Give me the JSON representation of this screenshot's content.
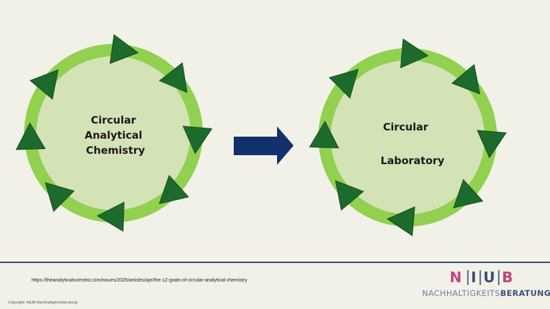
{
  "diagram": {
    "left_circle": {
      "lines": [
        "Circular",
        "Analytical",
        "Chemistry"
      ]
    },
    "right_circle": {
      "lines": [
        "Circular",
        "Laboratory"
      ]
    },
    "colors": {
      "ring": "#92d050",
      "inner": "#d3e3b6",
      "arrowhead": "#1d6b2c",
      "arrowhead_stroke": "#124d1c",
      "big_arrow": "#12306b"
    }
  },
  "footer": {
    "source_url": "https://theanalyticalscientist.com/issues/2025/articles/apr/the-12-goals-of-circular-analytical-chemistry",
    "copyright": "Copyright: NIUB-Nachhaltigkeitsberatung"
  },
  "logo": {
    "letters": [
      "N",
      "I",
      "U",
      "B"
    ],
    "word_part1": "NACHHALTIGKEITS",
    "word_part2": "BERATUNG",
    "colors": {
      "pink": "#c2457e",
      "blue": "#3b4f76"
    }
  }
}
